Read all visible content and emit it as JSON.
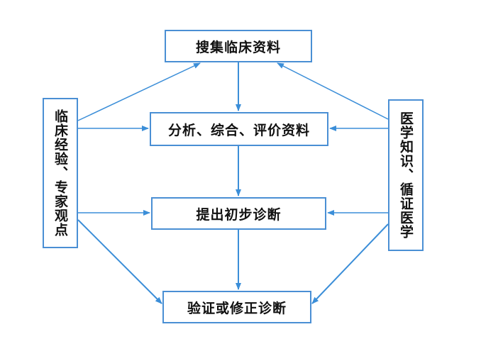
{
  "diagram": {
    "nodes": {
      "collect": "搜集临床资料",
      "analyze": "分析、综合、评价资料",
      "initial": "提出初步诊断",
      "verify": "验证或修正诊断",
      "left": "临床经验、专家观点",
      "right": "医学知识、循证医学"
    },
    "colors": {
      "border": "#4a8fd4",
      "arrow": "#3b8ed8",
      "text": "#111111"
    }
  }
}
